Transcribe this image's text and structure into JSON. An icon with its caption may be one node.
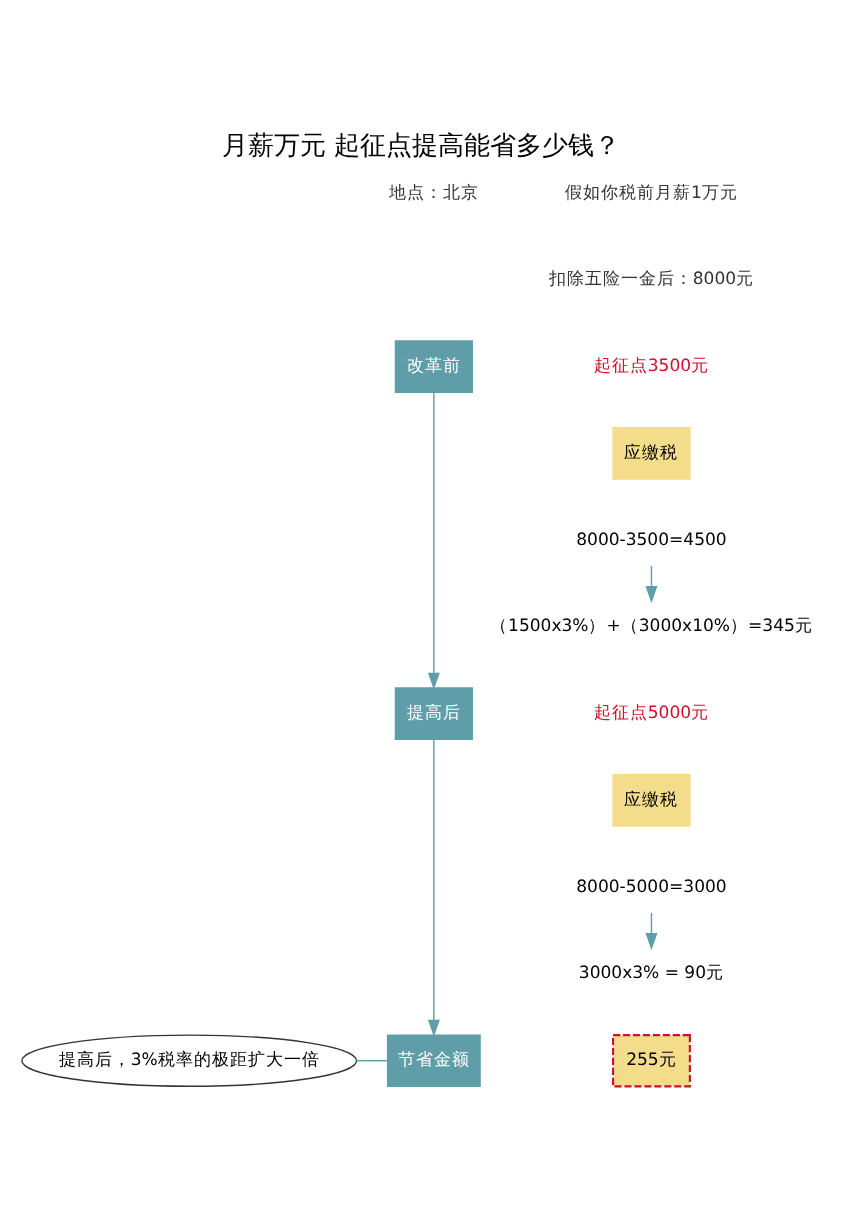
{
  "diagram": {
    "title": "月薪万元 起征点提高能省多少钱？",
    "nodes": [
      {
        "text": [
          "改革前"
        ]
      },
      {
        "text": [
          "提高后"
        ]
      },
      {
        "text": [
          "节省金额"
        ]
      },
      {
        "text": [
          "应缴税"
        ]
      },
      {
        "text": [
          "8000-3500=4500"
        ]
      },
      {
        "text": [
          "（1500x3%）+（3000x10%）=345元"
        ]
      },
      {
        "text": [
          "应缴税"
        ]
      },
      {
        "text": [
          "8000-5000=3000"
        ]
      },
      {
        "text": [
          "3000x3% = 90元"
        ]
      },
      {
        "text": [
          "255元"
        ]
      },
      {
        "text": [
          "提高后，3%税率的极距扩大一倍"
        ]
      }
    ],
    "edges": [
      {
        "from": 0,
        "to": 1,
        "arrow": "to"
      },
      {
        "from": 1,
        "to": 2,
        "arrow": "to"
      },
      {
        "from": 4,
        "to": 5,
        "arrow": "to"
      },
      {
        "from": 7,
        "to": 8,
        "arrow": "to"
      },
      {
        "from": 10,
        "to": 2,
        "arrow": "none"
      }
    ],
    "labels": [
      "假如你税前月薪1万元",
      "地点：北京",
      "扣除五险一金后：8000元",
      "起征点3500元",
      "起征点5000元"
    ]
  }
}
